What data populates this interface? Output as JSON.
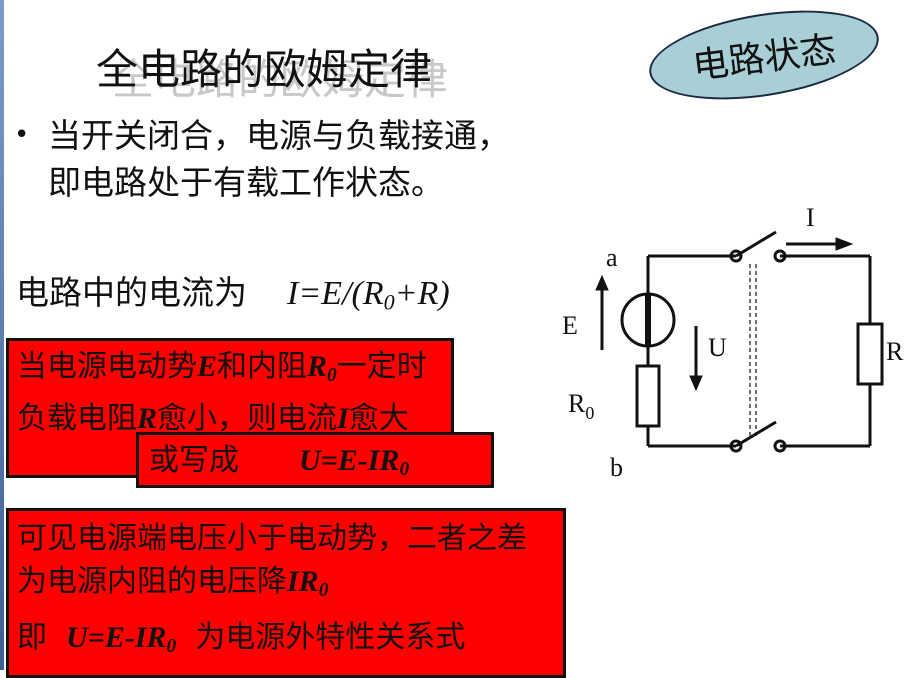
{
  "title": "全电路的欧姆定律",
  "badge": "电路状态",
  "bullet_text": "当开关闭合，电源与负载接通，即电路处于有载工作状态。",
  "current_label": "电路中的电流为",
  "current_formula": {
    "I": "I",
    "eq1": "=",
    "E": "E",
    "slash": "/(",
    "R": "R",
    "sub0": "0",
    "plus": "+R)"
  },
  "box1": {
    "p1": "当电源电动势",
    "E": "E",
    "p2": "和内阻",
    "R": "R",
    "sub0": "0",
    "p3": "一定时负载电阻",
    "R2": "R",
    "p4": "愈小，则电流",
    "I": "I",
    "p5": "愈大"
  },
  "box2": {
    "label": "或写成",
    "formula": "U=E-IR",
    "sub0": "0"
  },
  "box3": {
    "line1": "可见电源端电压小于电动势，二者之差为电源内阻的电压降",
    "ir": "IR",
    "sub0": "0",
    "l2a": "即",
    "l2f": "U=E-IR",
    "l2sub": "0",
    "l2b": "为电源外特性关系式"
  },
  "circuit": {
    "a": "a",
    "b": "b",
    "E": "E",
    "U": "U",
    "R": "R",
    "I": "I",
    "R0": "R",
    "R0sub": "0"
  }
}
